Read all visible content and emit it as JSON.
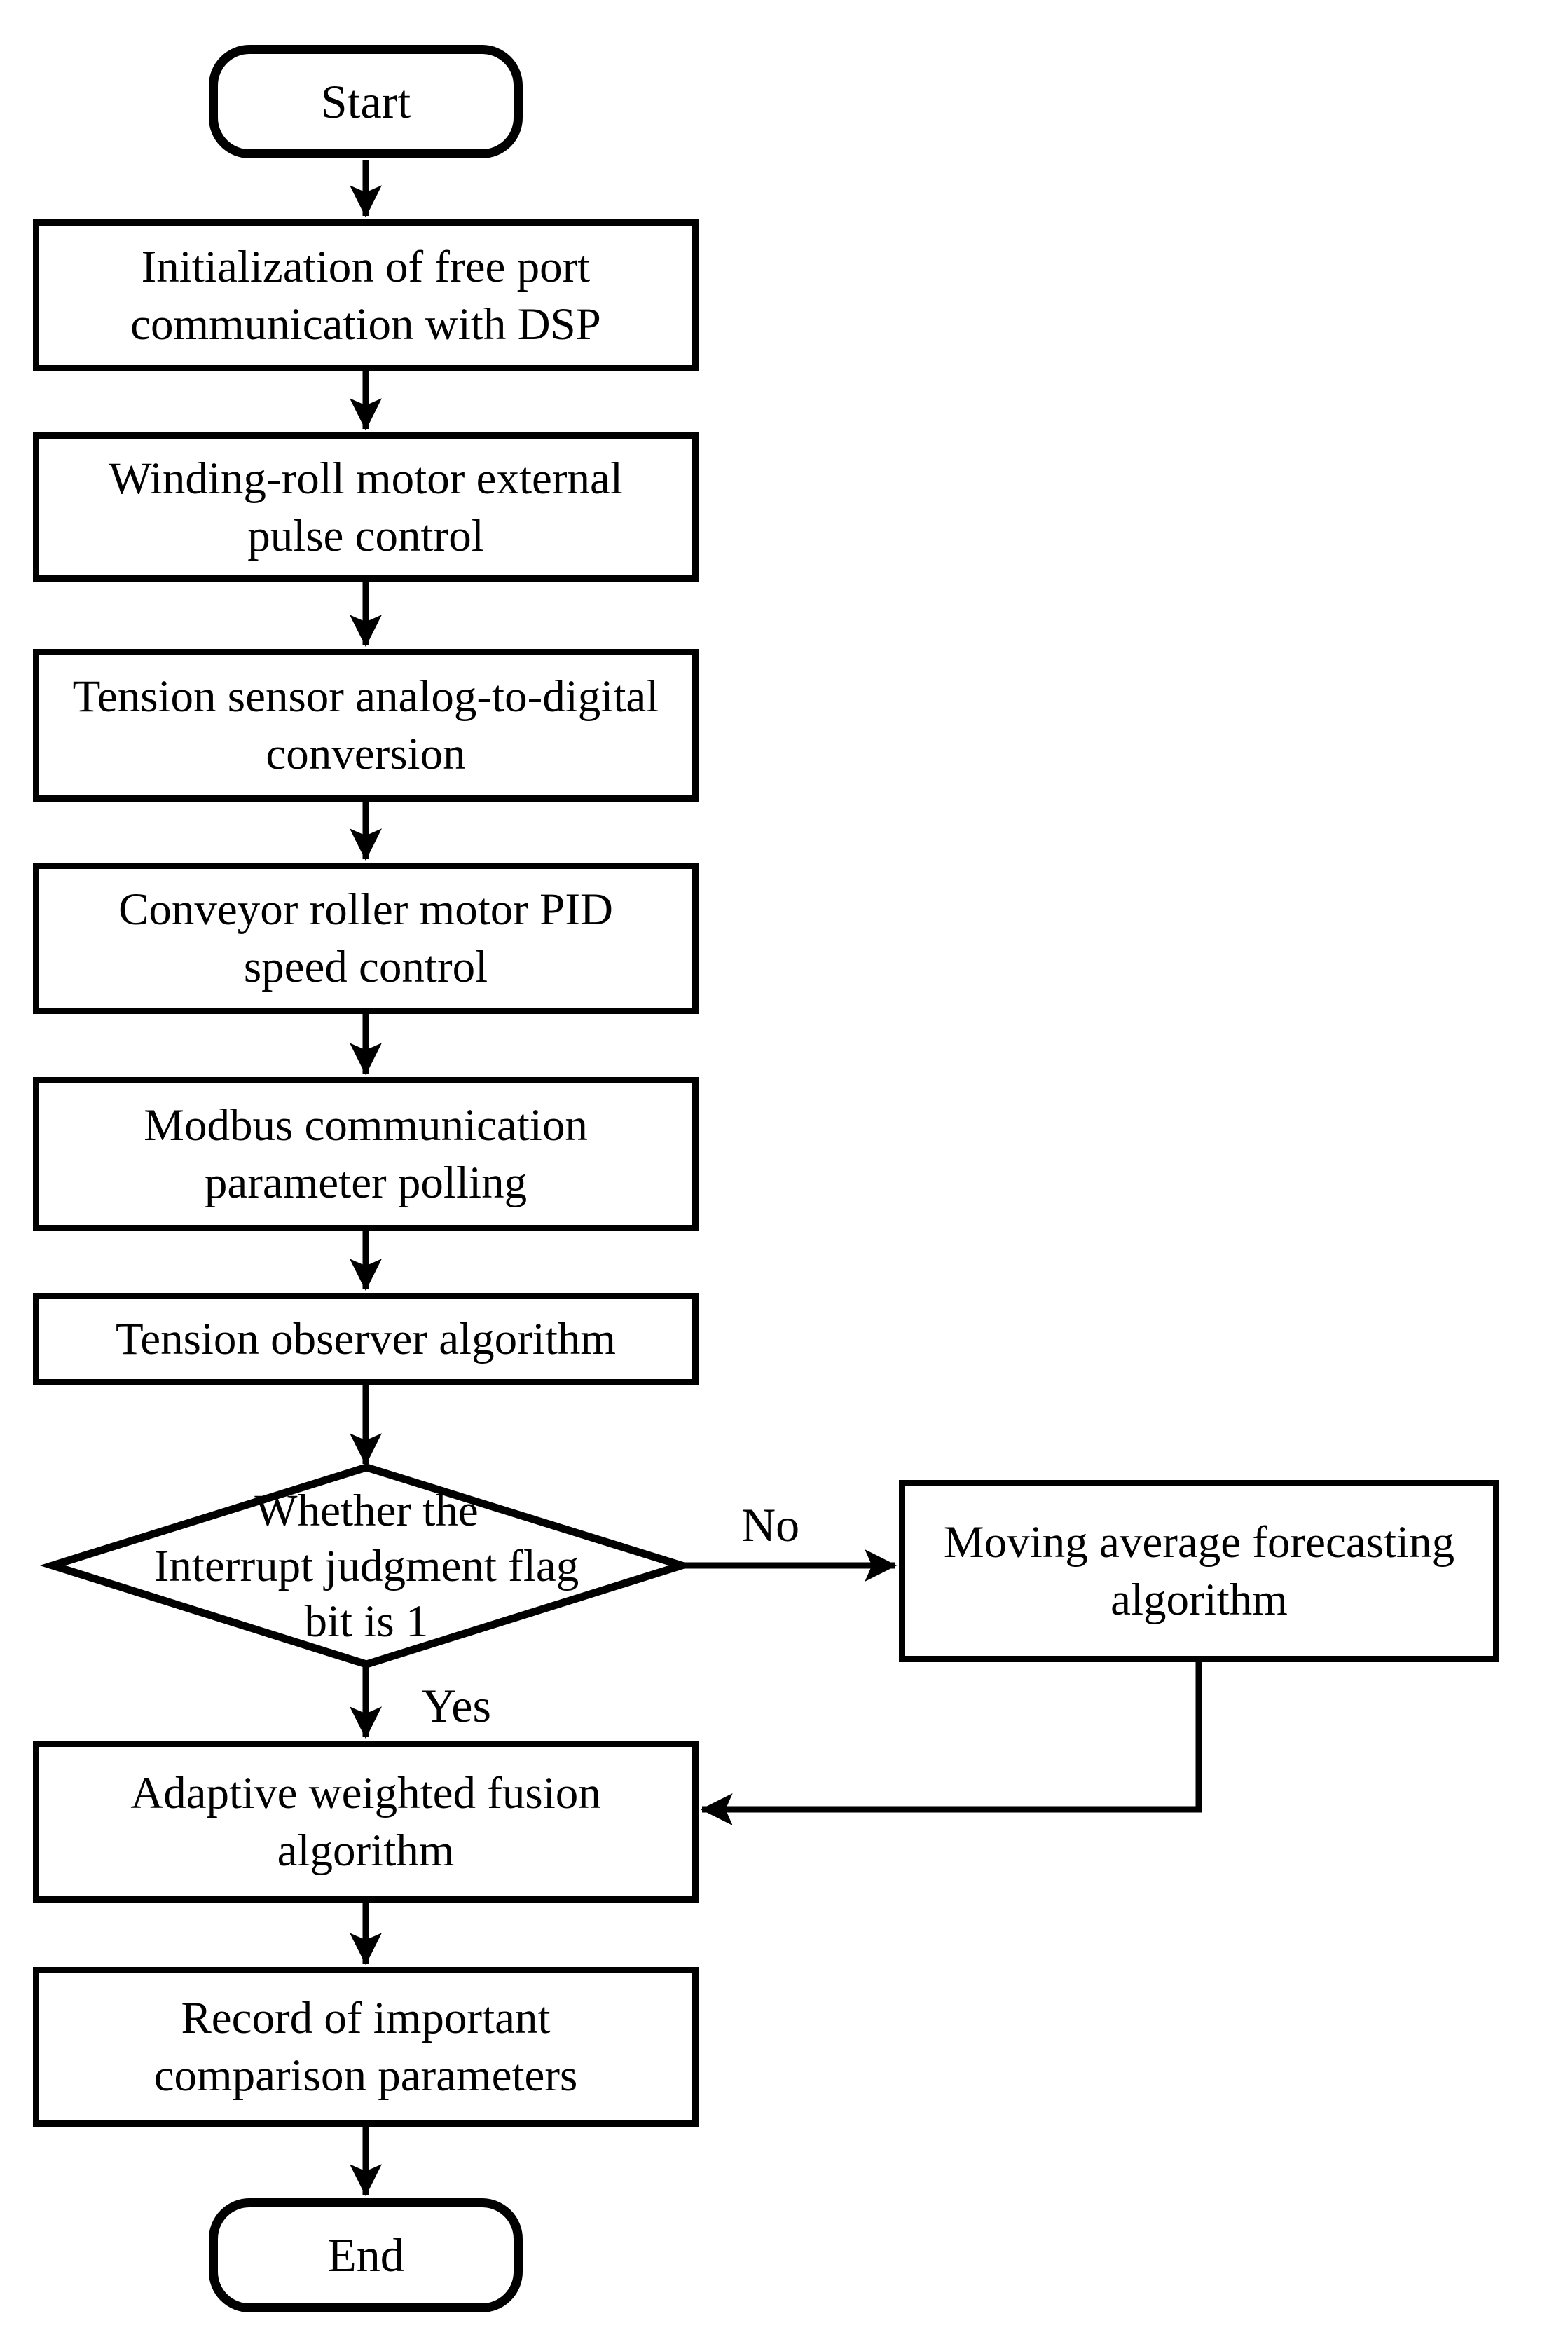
{
  "diagram": {
    "title_note": "",
    "colors": {
      "line": "#000000",
      "background": "#ffffff",
      "text": "#000000"
    },
    "start": {
      "label": "Start"
    },
    "steps": [
      {
        "text": "Initialization of free port\ncommunication with DSP"
      },
      {
        "text": "Winding-roll motor external\npulse control"
      },
      {
        "text": "Tension sensor analog-to-digital\nconversion"
      },
      {
        "text": "Conveyor roller motor PID\nspeed control"
      },
      {
        "text": "Modbus communication\nparameter polling"
      },
      {
        "text": "Tension observer algorithm"
      }
    ],
    "decision": {
      "text": "Whether the\nInterrupt judgment flag\nbit is 1",
      "no_label": "No",
      "yes_label": "Yes"
    },
    "no_path_box": {
      "text": "Moving average forecasting\nalgorithm"
    },
    "yes_path_box": {
      "text": "Adaptive weighted fusion\nalgorithm"
    },
    "record_box": {
      "text": "Record of important\ncomparison parameters"
    },
    "end": {
      "label": "End"
    }
  }
}
